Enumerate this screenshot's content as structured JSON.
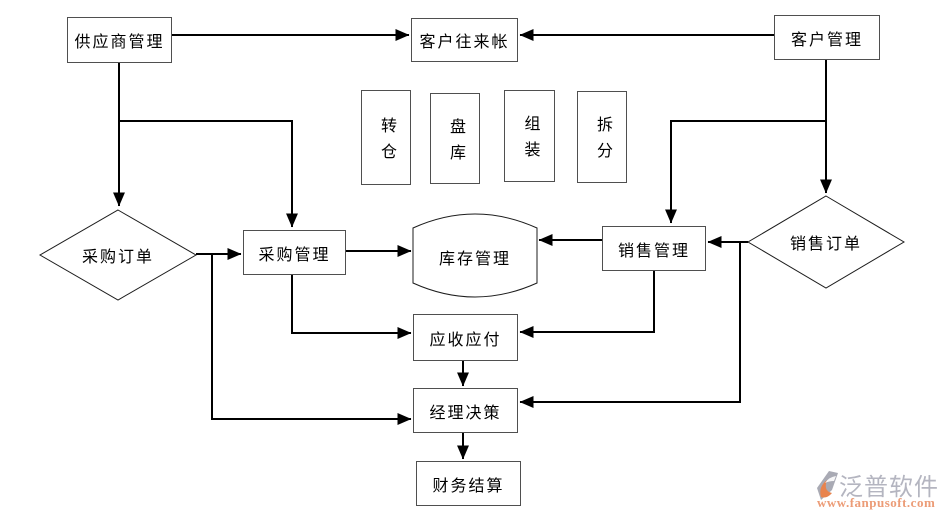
{
  "nodes": {
    "supplier": {
      "label": "供应商管理",
      "shape": "rect"
    },
    "customer_account": {
      "label": "客户往来帐",
      "shape": "rect"
    },
    "customer": {
      "label": "客户管理",
      "shape": "rect"
    },
    "transfer": {
      "label": "转仓",
      "shape": "rect-vertical"
    },
    "stocktake": {
      "label": "盘库",
      "shape": "rect-vertical"
    },
    "assembly": {
      "label": "组装",
      "shape": "rect-vertical"
    },
    "split": {
      "label": "拆分",
      "shape": "rect-vertical"
    },
    "purchase_order": {
      "label": "采购订单",
      "shape": "diamond"
    },
    "purchase": {
      "label": "采购管理",
      "shape": "rect"
    },
    "inventory": {
      "label": "库存管理",
      "shape": "cylinder"
    },
    "sales": {
      "label": "销售管理",
      "shape": "rect"
    },
    "sales_order": {
      "label": "销售订单",
      "shape": "diamond"
    },
    "receivable_payable": {
      "label": "应收应付",
      "shape": "rect"
    },
    "manager_decision": {
      "label": "经理决策",
      "shape": "rect"
    },
    "financial_settlement": {
      "label": "财务结算",
      "shape": "rect"
    }
  },
  "edges": [
    {
      "from": "supplier",
      "to": "customer_account"
    },
    {
      "from": "customer",
      "to": "customer_account"
    },
    {
      "from": "supplier",
      "to": "purchase_order"
    },
    {
      "from": "supplier",
      "to": "purchase"
    },
    {
      "from": "customer",
      "to": "sales_order"
    },
    {
      "from": "customer",
      "to": "sales"
    },
    {
      "from": "purchase_order",
      "to": "purchase"
    },
    {
      "from": "purchase_order",
      "to": "manager_decision"
    },
    {
      "from": "purchase",
      "to": "inventory"
    },
    {
      "from": "purchase",
      "to": "receivable_payable"
    },
    {
      "from": "sales_order",
      "to": "sales"
    },
    {
      "from": "sales_order",
      "to": "manager_decision"
    },
    {
      "from": "sales",
      "to": "inventory"
    },
    {
      "from": "sales",
      "to": "receivable_payable"
    },
    {
      "from": "receivable_payable",
      "to": "manager_decision"
    },
    {
      "from": "manager_decision",
      "to": "financial_settlement"
    }
  ],
  "watermark": {
    "brand": "泛普软件",
    "url": "www.fanpusoft.com",
    "brand_color": "#b4b5c0",
    "url_color": "#ec9c77"
  },
  "colors": {
    "background": "#ffffff",
    "line": "#000000",
    "box_border": "#4f4f4f",
    "text": "#000000"
  }
}
